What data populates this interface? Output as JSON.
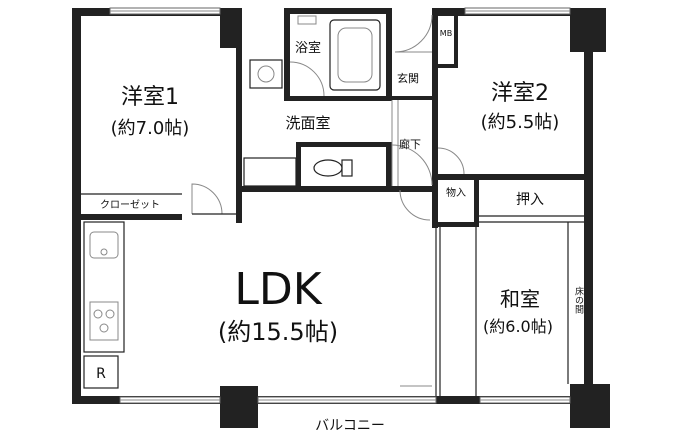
{
  "rooms": {
    "youshitsu1": {
      "name": "洋室1",
      "size": "(約7.0帖)"
    },
    "youshitsu2": {
      "name": "洋室2",
      "size": "(約5.5帖)"
    },
    "washitsu": {
      "name": "和室",
      "size": "(約6.0帖)"
    },
    "ldk": {
      "name": "LDK",
      "size": "(約15.5帖)"
    },
    "bath": "浴室",
    "washroom": "洗面室",
    "entrance": "玄関",
    "corridor": "廊下",
    "closet": "クローゼット",
    "oshiire": "押入",
    "storage": "物入",
    "tokonoma": "床の間",
    "mb": "MB",
    "fridge": "R",
    "balcony": "バルコニー"
  }
}
